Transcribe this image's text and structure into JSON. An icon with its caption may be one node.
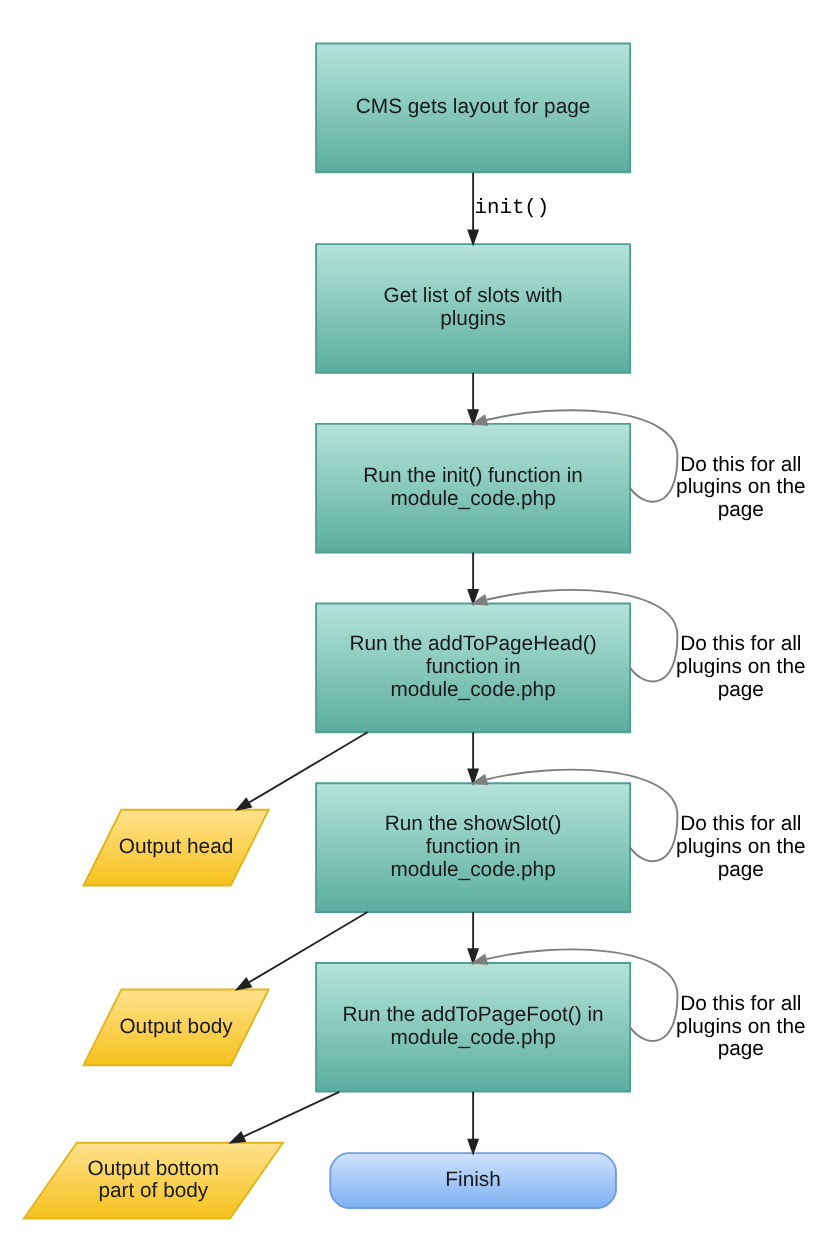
{
  "diagram": {
    "nodes": [
      {
        "text": [
          "CMS gets layout for page"
        ]
      },
      {
        "text": [
          "Get list of slots with plugins"
        ]
      },
      {
        "text": [
          "Run the init() function in module_code.php"
        ]
      },
      {
        "text": [
          "Run the addToPageHead() function in module_code.php"
        ]
      },
      {
        "text": [
          "Output head"
        ]
      },
      {
        "text": [
          "Run the showSlot() function in module_code.php"
        ]
      },
      {
        "text": [
          "Output body"
        ]
      },
      {
        "text": [
          "Run the addToPageFoot() in module_code.php"
        ]
      },
      {
        "text": [
          "Output bottom part of body"
        ]
      },
      {
        "text": [
          "Finish"
        ]
      }
    ],
    "edges": [
      {
        "from": 0,
        "to": 1,
        "arrow": "to",
        "label": "init()"
      },
      {
        "from": 1,
        "to": 2,
        "arrow": "to"
      },
      {
        "from": 2,
        "to": 2,
        "arrow": "to",
        "label": "Do this for all plugins on the page",
        "color": "#7f7f7f"
      },
      {
        "from": 2,
        "to": 3,
        "arrow": "to"
      },
      {
        "from": 3,
        "to": 3,
        "arrow": "to",
        "label": "Do this for all plugins on the page",
        "color": "#7f7f7f"
      },
      {
        "from": 3,
        "to": 4,
        "arrow": "to"
      },
      {
        "from": 3,
        "to": 5,
        "arrow": "to"
      },
      {
        "from": 5,
        "to": 5,
        "arrow": "to",
        "label": "Do this for all plugins on the page",
        "color": "#7f7f7f"
      },
      {
        "from": 5,
        "to": 6,
        "arrow": "to"
      },
      {
        "from": 5,
        "to": 7,
        "arrow": "to"
      },
      {
        "from": 7,
        "to": 7,
        "arrow": "to",
        "label": "Do this for all plugins on the page",
        "color": "#7f7f7f"
      },
      {
        "from": 7,
        "to": 8,
        "arrow": "to"
      },
      {
        "from": 7,
        "to": 9,
        "arrow": "to"
      }
    ]
  }
}
